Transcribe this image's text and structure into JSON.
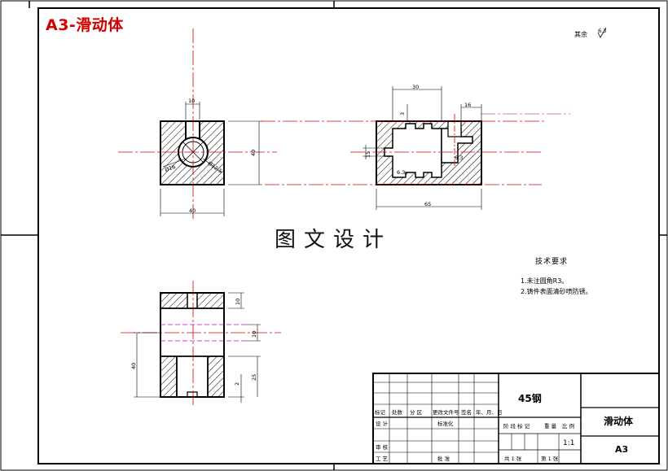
{
  "drawing_title": "A3-滑动体",
  "watermark": "图文设计",
  "roughness_note": "其余",
  "roughness_value": "6.3",
  "tech_requirements": {
    "title": "技术要求",
    "notes": [
      "1.未注圆角R3。",
      "2.铸件表面清砂喷防锈。"
    ]
  },
  "dimensions": {
    "front_width": "40",
    "front_height": "40",
    "front_slot": "10",
    "front_d1": "Ø16",
    "front_d2": "Ø12.5",
    "side_top": "30",
    "side_right": "16",
    "side_small": "3",
    "side_hole": "15",
    "side_length": "65",
    "side_r1": "6.3",
    "side_r2": "6.3",
    "bottom_top": "10",
    "bottom_mid": "10",
    "bottom_lower": "25",
    "bottom_small": "2",
    "bottom_height": "40"
  },
  "title_block": {
    "material": "45钢",
    "part_name": "滑动体",
    "scale": "1:1",
    "sheet_size": "A3",
    "sheets_total": "共 1 张",
    "sheet_no": "第 1 张",
    "rev_headers": [
      "标记",
      "处数",
      "分 区",
      "更改文件号",
      "签名",
      "年、月、日"
    ],
    "sign_design": "设 计",
    "sign_std": "标准化",
    "sign_check": "审 核",
    "sign_process": "工 艺",
    "sign_approve": "批 准",
    "stage_headers": [
      "阶 段 标 记",
      "重 量",
      "比 例"
    ]
  },
  "colors": {
    "center_line": "#d40000",
    "hidden_line": "#cc00cc",
    "title": "#d40000"
  }
}
